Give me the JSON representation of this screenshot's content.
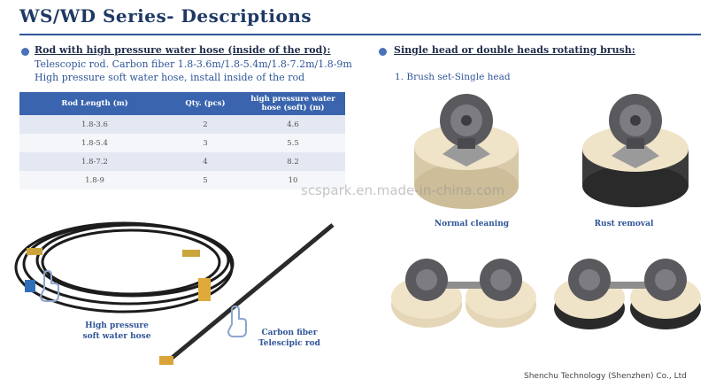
{
  "title": "WS/WD Series- Descriptions",
  "left": {
    "heading": "Rod with high pressure water hose (inside of the rod):",
    "line1": "Telescopic rod. Carbon fiber 1.8-3.6m/1.8-5.4m/1.8-7.2m/1.8-9m",
    "line2": "High pressure soft water hose, install inside of the rod"
  },
  "table": {
    "headers": [
      "Rod Length (m)",
      "Qty. (pcs)",
      "high pressure water hose (soft) (m)"
    ],
    "rows": [
      [
        "1.8-3.6",
        "2",
        "4.6"
      ],
      [
        "1.8-5.4",
        "3",
        "5.5"
      ],
      [
        "1.8-7.2",
        "4",
        "8.2"
      ],
      [
        "1.8-9",
        "5",
        "10"
      ]
    ]
  },
  "right": {
    "heading": "Single head or double heads rotating brush:",
    "brush_set": "1. Brush set-Single head",
    "caption_normal": "Normal cleaning",
    "caption_rust": "Rust removal"
  },
  "labels": {
    "hose_line1": "High pressure",
    "hose_line2": "soft water hose",
    "rod_line1": "Carbon fiber",
    "rod_line2": "Telescipic rod"
  },
  "watermark": "scspark.en.made-in-china.com",
  "company": "Shenchu Technology (Shenzhen) Co., Ltd",
  "colors": {
    "title": "#1f3864",
    "accent_blue": "#2f5597",
    "table_header": "#3a64ad",
    "row_odd": "#e4e8f2",
    "row_even": "#f4f6fa",
    "brush_pad": "#efe3c8",
    "bristle_dark": "#3b3b3b"
  }
}
